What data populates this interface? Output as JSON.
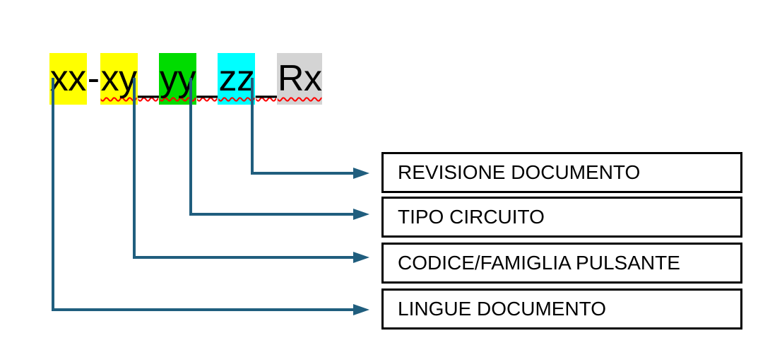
{
  "document_code": {
    "full_text": "xx-xy_yy_zz_Rx",
    "segments": [
      {
        "text": "xx",
        "highlight": "#FFFF00"
      },
      {
        "text": "-",
        "highlight": "transparent"
      },
      {
        "text": "xy",
        "highlight": "#FFFF00"
      },
      {
        "text": "_",
        "highlight": "transparent"
      },
      {
        "text": "yy",
        "highlight": "#00DC00"
      },
      {
        "text": "_",
        "highlight": "transparent"
      },
      {
        "text": "zz",
        "highlight": "#00FFFF"
      },
      {
        "text": "_",
        "highlight": "transparent"
      },
      {
        "text": "Rx",
        "highlight": "#D4D4D4"
      }
    ],
    "spellcheck_underline": {
      "style": "wavy",
      "color": "#FF0000",
      "applies_to": "xy_yy_zz_Rx"
    }
  },
  "legend_boxes": [
    {
      "label": "REVISIONE DOCUMENTO",
      "maps_to_segment": "Rx"
    },
    {
      "label": "TIPO CIRCUITO",
      "maps_to_segment": "zz"
    },
    {
      "label": "CODICE/FAMIGLIA PULSANTE",
      "maps_to_segment": "yy"
    },
    {
      "label": "LINGUE DOCUMENTO",
      "maps_to_segment": "xx-xy"
    }
  ],
  "colors": {
    "arrow": "#205E7E",
    "box_border": "#000000",
    "text": "#000000",
    "background": "#FFFFFF",
    "highlight_yellow": "#FFFF00",
    "highlight_green": "#00DC00",
    "highlight_cyan": "#00FFFF",
    "highlight_gray": "#D4D4D4",
    "spellcheck_red": "#FF0000"
  }
}
